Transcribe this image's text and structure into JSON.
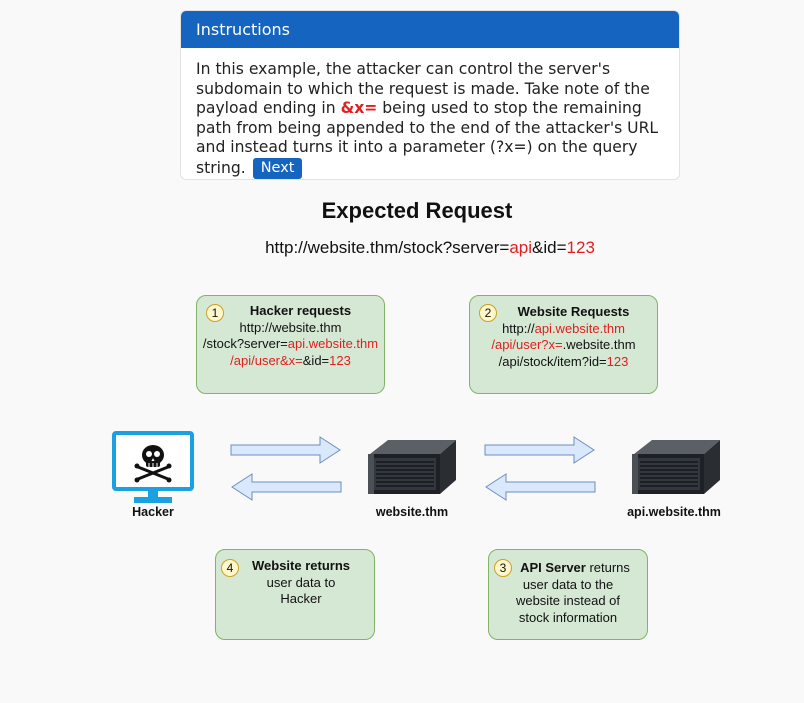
{
  "panel": {
    "header": "Instructions",
    "text_part1": "In this example, the attacker can control the server's subdomain to which the request is made. Take note of the payload ending in ",
    "payload": "&x=",
    "text_part2": " being used to stop the remaining path from being appended to the end of the attacker's URL and instead turns it into a parameter (?x=) on the query string.",
    "next_label": "Next"
  },
  "diagram": {
    "title": "Expected Request",
    "expected_url": {
      "prefix": "http://website.thm/stock?server=",
      "server": "api",
      "mid": "&id=",
      "id": "123"
    },
    "step1": {
      "num": "1",
      "title": "Hacker requests",
      "line1": "http://website.thm",
      "line2_a": "/stock?server=",
      "line2_b": "api.website.thm",
      "line3_a": "/api/user&x=",
      "line3_b": "&id=",
      "line3_c": "123"
    },
    "step2": {
      "num": "2",
      "title": "Website Requests",
      "line1_a": "http://",
      "line1_b": "api.website.thm",
      "line2_a": "/api/user?x=",
      "line2_b": ".website.thm",
      "line3_a": "/api/stock/item?id=",
      "line3_b": "123"
    },
    "step3": {
      "num": "3",
      "bold": "API Server",
      "rest": " returns",
      "line2": "user data to the",
      "line3": "website instead of",
      "line4": "stock information"
    },
    "step4": {
      "num": "4",
      "title": "Website returns",
      "line2": "user data to",
      "line3": "Hacker"
    },
    "nodes": {
      "hacker": "Hacker",
      "website": "website.thm",
      "api": "api.website.thm"
    },
    "icons": [
      "skull-monitor-icon",
      "server-icon",
      "server-icon"
    ],
    "colors": {
      "accent": "#1564c0",
      "highlight": "#e02020",
      "box_fill": "#d5e8d4",
      "box_border": "#82b366",
      "arrow_fill": "#dae8fc",
      "arrow_stroke": "#6c8ebf",
      "monitor": "#1ba1e2"
    }
  }
}
